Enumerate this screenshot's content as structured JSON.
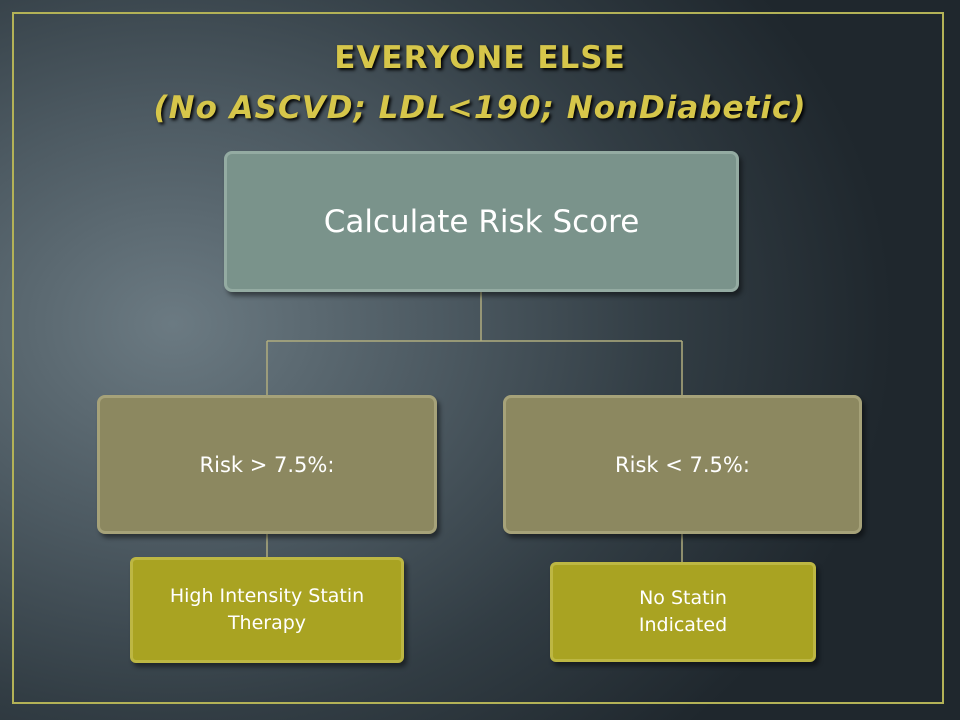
{
  "slide": {
    "title_line1": "EVERYONE ELSE",
    "title_line2": "(No ASCVD; LDL<190; NonDiabetic)"
  },
  "flowchart": {
    "root": "Calculate Risk Score",
    "branch_high": {
      "condition": "Risk > 7.5%:",
      "result": "High Intensity Statin Therapy"
    },
    "branch_low": {
      "condition": "Risk < 7.5%:",
      "result": "No Statin Indicated"
    }
  },
  "colors": {
    "title": "#d6c64a",
    "frame": "#b3b257",
    "root_box": "#7a938b",
    "risk_box": "#8c8860",
    "result_box": "#a9a322",
    "connector": "#b0ad7e"
  }
}
